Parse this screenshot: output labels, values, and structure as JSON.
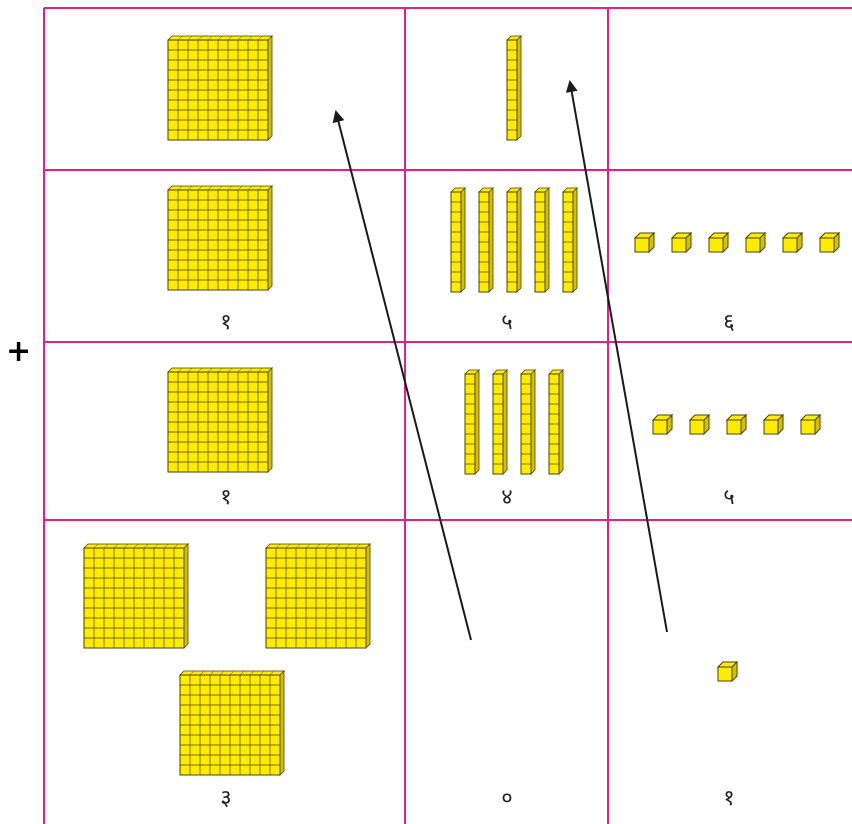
{
  "operator": "+",
  "colors": {
    "grid": "#e0218a",
    "block_fill": "#ffeb00",
    "block_shade": "#d4c000",
    "block_line": "#4a4300",
    "arrow": "#1a1a1a"
  },
  "columns": [
    "hundreds",
    "tens",
    "ones"
  ],
  "rows": [
    {
      "name": "carry-row",
      "hundreds": 1,
      "tens": 1,
      "ones": 0,
      "labels": {
        "hundreds": "",
        "tens": "",
        "ones": ""
      }
    },
    {
      "name": "addend-1",
      "hundreds": 1,
      "tens": 5,
      "ones": 6,
      "labels": {
        "hundreds": "१",
        "tens": "५",
        "ones": "६"
      }
    },
    {
      "name": "addend-2",
      "hundreds": 1,
      "tens": 4,
      "ones": 5,
      "labels": {
        "hundreds": "१",
        "tens": "४",
        "ones": "५"
      }
    },
    {
      "name": "sum",
      "hundreds": 3,
      "tens": 0,
      "ones": 1,
      "labels": {
        "hundreds": "३",
        "tens": "०",
        "ones": "१"
      }
    }
  ],
  "arrows": [
    {
      "name": "carry-arrow-tens-to-hundreds",
      "from": "sum.tens",
      "to": "carry-row.hundreds"
    },
    {
      "name": "carry-arrow-ones-to-tens",
      "from": "sum.ones",
      "to": "carry-row.tens"
    }
  ]
}
